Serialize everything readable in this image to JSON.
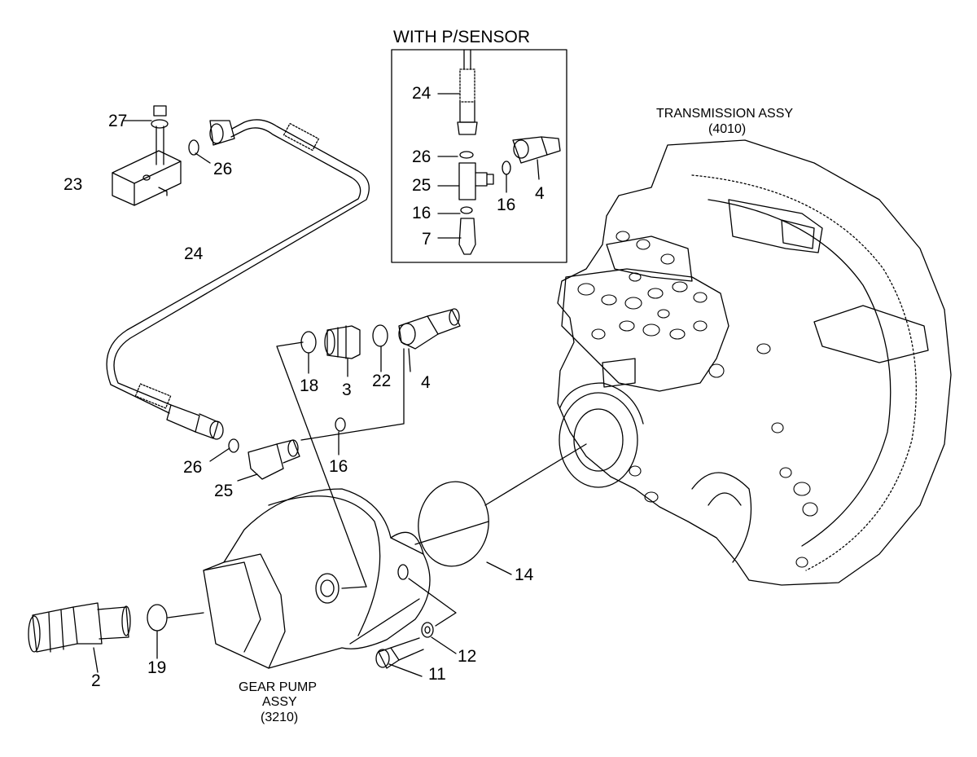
{
  "inset": {
    "title": "WITH P/SENSOR"
  },
  "assemblies": {
    "transmission": {
      "name": "TRANSMISSION ASSY",
      "code": "(4010)"
    },
    "gear_pump": {
      "line1": "GEAR PUMP",
      "line2": "ASSY",
      "code": "(3210)"
    }
  },
  "callouts": {
    "c27": "27",
    "c23": "23",
    "c26a": "26",
    "c24a": "24",
    "c18": "18",
    "c3": "3",
    "c22": "22",
    "c4a": "4",
    "c16a": "16",
    "c26b": "26",
    "c25a": "25",
    "c14": "14",
    "c2": "2",
    "c19": "19",
    "c11": "11",
    "c12": "12",
    "i24": "24",
    "i26": "26",
    "i25": "25",
    "i16a": "16",
    "i7": "7",
    "i16b": "16",
    "i4": "4"
  }
}
